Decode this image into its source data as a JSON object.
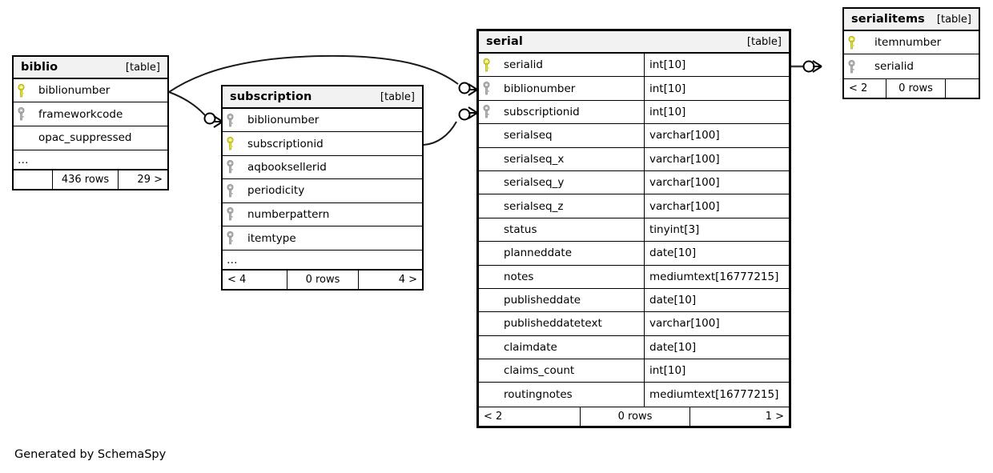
{
  "caption": "Generated by SchemaSpy",
  "table_tag": "[table]",
  "ellipsis": "…",
  "icons": {
    "primary_key": "key-icon-primary",
    "foreign_key": "key-icon-foreign"
  },
  "colors": {
    "primary_key": "#e8e82e",
    "foreign_key": "#b3b3b3",
    "header_bg": "#f2f2f2",
    "border": "#000000",
    "background": "#ffffff"
  },
  "tables": {
    "biblio": {
      "name": "biblio",
      "tag": "[table]",
      "focal": false,
      "columns": [
        {
          "name": "biblionumber",
          "key": "primary"
        },
        {
          "name": "frameworkcode",
          "key": "foreign"
        },
        {
          "name": "opac_suppressed",
          "key": "none"
        }
      ],
      "has_more": true,
      "footer": {
        "left": "",
        "mid": "436 rows",
        "right": "29 >"
      }
    },
    "subscription": {
      "name": "subscription",
      "tag": "[table]",
      "focal": false,
      "columns": [
        {
          "name": "biblionumber",
          "key": "foreign"
        },
        {
          "name": "subscriptionid",
          "key": "primary"
        },
        {
          "name": "aqbooksellerid",
          "key": "foreign"
        },
        {
          "name": "periodicity",
          "key": "foreign"
        },
        {
          "name": "numberpattern",
          "key": "foreign"
        },
        {
          "name": "itemtype",
          "key": "foreign"
        }
      ],
      "has_more": true,
      "footer": {
        "left": "< 4",
        "mid": "0 rows",
        "right": "4 >"
      }
    },
    "serial": {
      "name": "serial",
      "tag": "[table]",
      "focal": true,
      "columns": [
        {
          "name": "serialid",
          "key": "primary",
          "type": "int[10]"
        },
        {
          "name": "biblionumber",
          "key": "foreign",
          "type": "int[10]"
        },
        {
          "name": "subscriptionid",
          "key": "foreign",
          "type": "int[10]"
        },
        {
          "name": "serialseq",
          "key": "none",
          "type": "varchar[100]"
        },
        {
          "name": "serialseq_x",
          "key": "none",
          "type": "varchar[100]"
        },
        {
          "name": "serialseq_y",
          "key": "none",
          "type": "varchar[100]"
        },
        {
          "name": "serialseq_z",
          "key": "none",
          "type": "varchar[100]"
        },
        {
          "name": "status",
          "key": "none",
          "type": "tinyint[3]"
        },
        {
          "name": "planneddate",
          "key": "none",
          "type": "date[10]"
        },
        {
          "name": "notes",
          "key": "none",
          "type": "mediumtext[16777215]"
        },
        {
          "name": "publisheddate",
          "key": "none",
          "type": "date[10]"
        },
        {
          "name": "publisheddatetext",
          "key": "none",
          "type": "varchar[100]"
        },
        {
          "name": "claimdate",
          "key": "none",
          "type": "date[10]"
        },
        {
          "name": "claims_count",
          "key": "none",
          "type": "int[10]"
        },
        {
          "name": "routingnotes",
          "key": "none",
          "type": "mediumtext[16777215]"
        }
      ],
      "has_more": false,
      "footer": {
        "left": "< 2",
        "mid": "0 rows",
        "right": "1 >"
      }
    },
    "serialitems": {
      "name": "serialitems",
      "tag": "[table]",
      "focal": false,
      "columns": [
        {
          "name": "itemnumber",
          "key": "primary"
        },
        {
          "name": "serialid",
          "key": "foreign"
        }
      ],
      "has_more": false,
      "footer": {
        "left": "< 2",
        "mid": "0 rows",
        "right": ""
      }
    }
  },
  "relationships": [
    {
      "from": "biblio.biblionumber",
      "to": "serial.biblionumber",
      "notation": "zero-or-many"
    },
    {
      "from": "biblio.biblionumber",
      "to": "subscription.biblionumber",
      "notation": "zero-or-many"
    },
    {
      "from": "subscription.subscriptionid",
      "to": "serial.subscriptionid",
      "notation": "zero-or-many"
    },
    {
      "from": "serial.serialid",
      "to": "serialitems.serialid",
      "notation": "zero-or-many"
    }
  ]
}
